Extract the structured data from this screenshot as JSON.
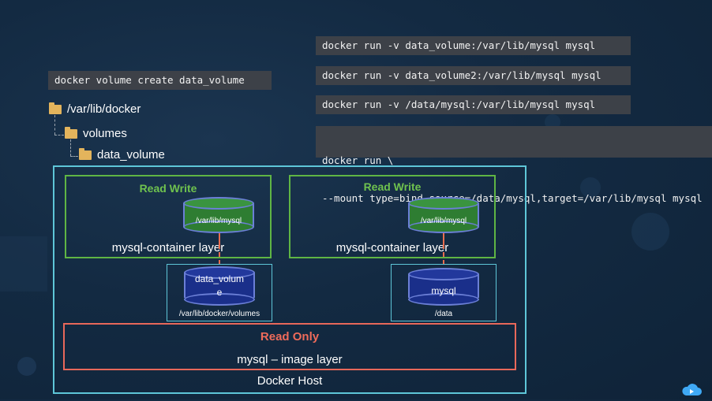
{
  "commands": {
    "create_volume": "docker volume create data_volume",
    "run_volume_mount": "docker run -v data_volume:/var/lib/mysql mysql",
    "run_volume2_mount": "docker run -v data_volume2:/var/lib/mysql mysql",
    "run_bind_mount": "docker run -v /data/mysql:/var/lib/mysql mysql",
    "run_mount_line1": "docker run \\",
    "run_mount_line2": "--mount type=bind,source=/data/mysql,target=/var/lib/mysql mysql"
  },
  "tree": {
    "root": "/var/lib/docker",
    "child": "volumes",
    "grandchild": "data_volume"
  },
  "diagram": {
    "host_label": "Docker Host",
    "left_container": {
      "mode": "Read Write",
      "mount_path": "/var/lib/mysql",
      "layer_label": "mysql-container layer",
      "volume_name": "data_volume",
      "volume_path": "/var/lib/docker/volumes"
    },
    "right_container": {
      "mode": "Read Write",
      "mount_path": "/var/lib/mysql",
      "layer_label": "mysql-container layer",
      "volume_name": "mysql",
      "volume_path": "/data"
    },
    "image_layer": {
      "mode": "Read Only",
      "label": "mysql – image layer"
    }
  },
  "colors": {
    "read_write": "#5fb544",
    "read_only": "#e8685a",
    "host_border": "#5ec6d8",
    "cylinder_outline": "#6b7fd6",
    "mount_cylinder_fill": "#2e7d32",
    "volume_cylinder_fill": "#1a2f8a",
    "command_background": "#3d4148",
    "folder": "#e3b45c"
  }
}
